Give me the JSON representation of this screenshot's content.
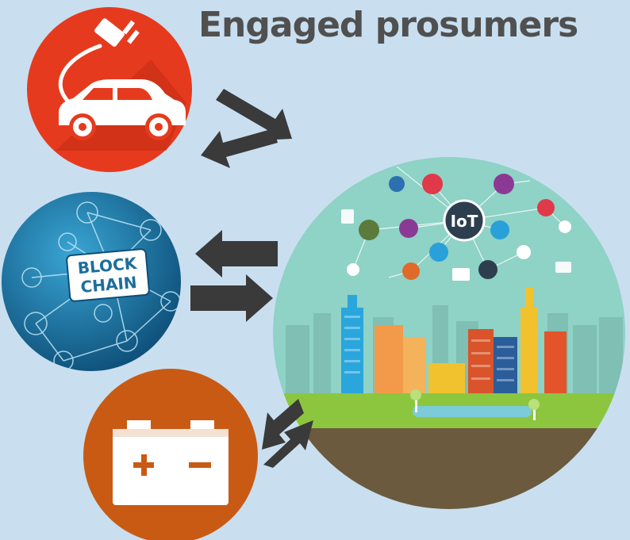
{
  "title": "Engaged prosumers",
  "nodes": {
    "ev": {
      "icon": "electric-car-plug-icon",
      "color": "#e63a1e"
    },
    "blockchain": {
      "line1": "BLOCK",
      "line2": "CHAIN",
      "color": "#1c6f9c"
    },
    "battery": {
      "icon": "battery-icon",
      "color": "#c95a14"
    },
    "city": {
      "iot_label": "IoT",
      "sky_color": "#8fd2c6"
    }
  },
  "colors": {
    "background": "#c9dff0",
    "arrow": "#3a3a3a"
  }
}
